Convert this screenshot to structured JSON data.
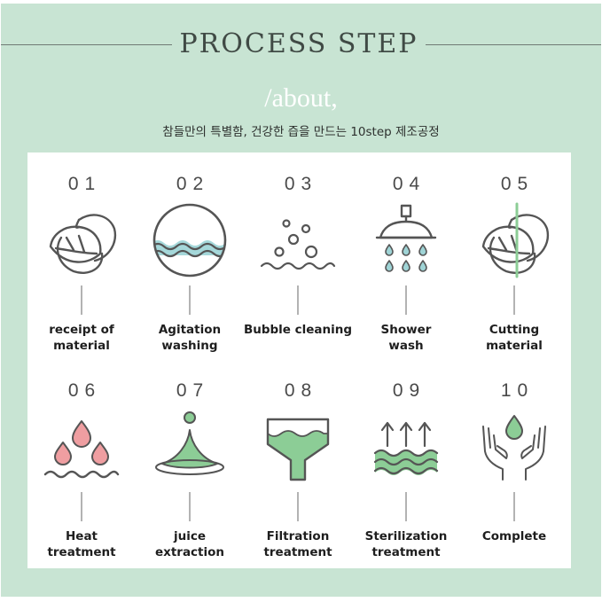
{
  "header": {
    "title": "PROCESS STEP",
    "subtitle": "/about,",
    "description": "참들만의 특별함, 건강한 즙을 만드는 10step 제조공정"
  },
  "colors": {
    "panel": "#c8e4d3",
    "accent_green": "#8ccd96",
    "accent_blue": "#9fd4d6",
    "accent_pink": "#ef9ea1",
    "icon_stroke": "#555555"
  },
  "steps": [
    {
      "number": "01",
      "label_line1": "receipt of",
      "label_line2": "material",
      "icon": "leaf-bundle-icon"
    },
    {
      "number": "02",
      "label_line1": "Agitation",
      "label_line2": "washing",
      "icon": "water-globe-icon"
    },
    {
      "number": "03",
      "label_line1": "Bubble cleaning",
      "label_line2": "",
      "icon": "bubbles-icon"
    },
    {
      "number": "04",
      "label_line1": "Shower",
      "label_line2": "wash",
      "icon": "shower-head-icon"
    },
    {
      "number": "05",
      "label_line1": "Cutting",
      "label_line2": "material",
      "icon": "cut-leaf-icon"
    },
    {
      "number": "06",
      "label_line1": "Heat",
      "label_line2": "treatment",
      "icon": "heat-drops-icon"
    },
    {
      "number": "07",
      "label_line1": "juice",
      "label_line2": "extraction",
      "icon": "juice-splash-icon"
    },
    {
      "number": "08",
      "label_line1": "Filtration",
      "label_line2": "treatment",
      "icon": "filter-funnel-icon"
    },
    {
      "number": "09",
      "label_line1": "Sterilization",
      "label_line2": "treatment",
      "icon": "sterilization-waves-icon"
    },
    {
      "number": "10",
      "label_line1": "Complete",
      "label_line2": "",
      "icon": "hands-drop-icon"
    }
  ]
}
